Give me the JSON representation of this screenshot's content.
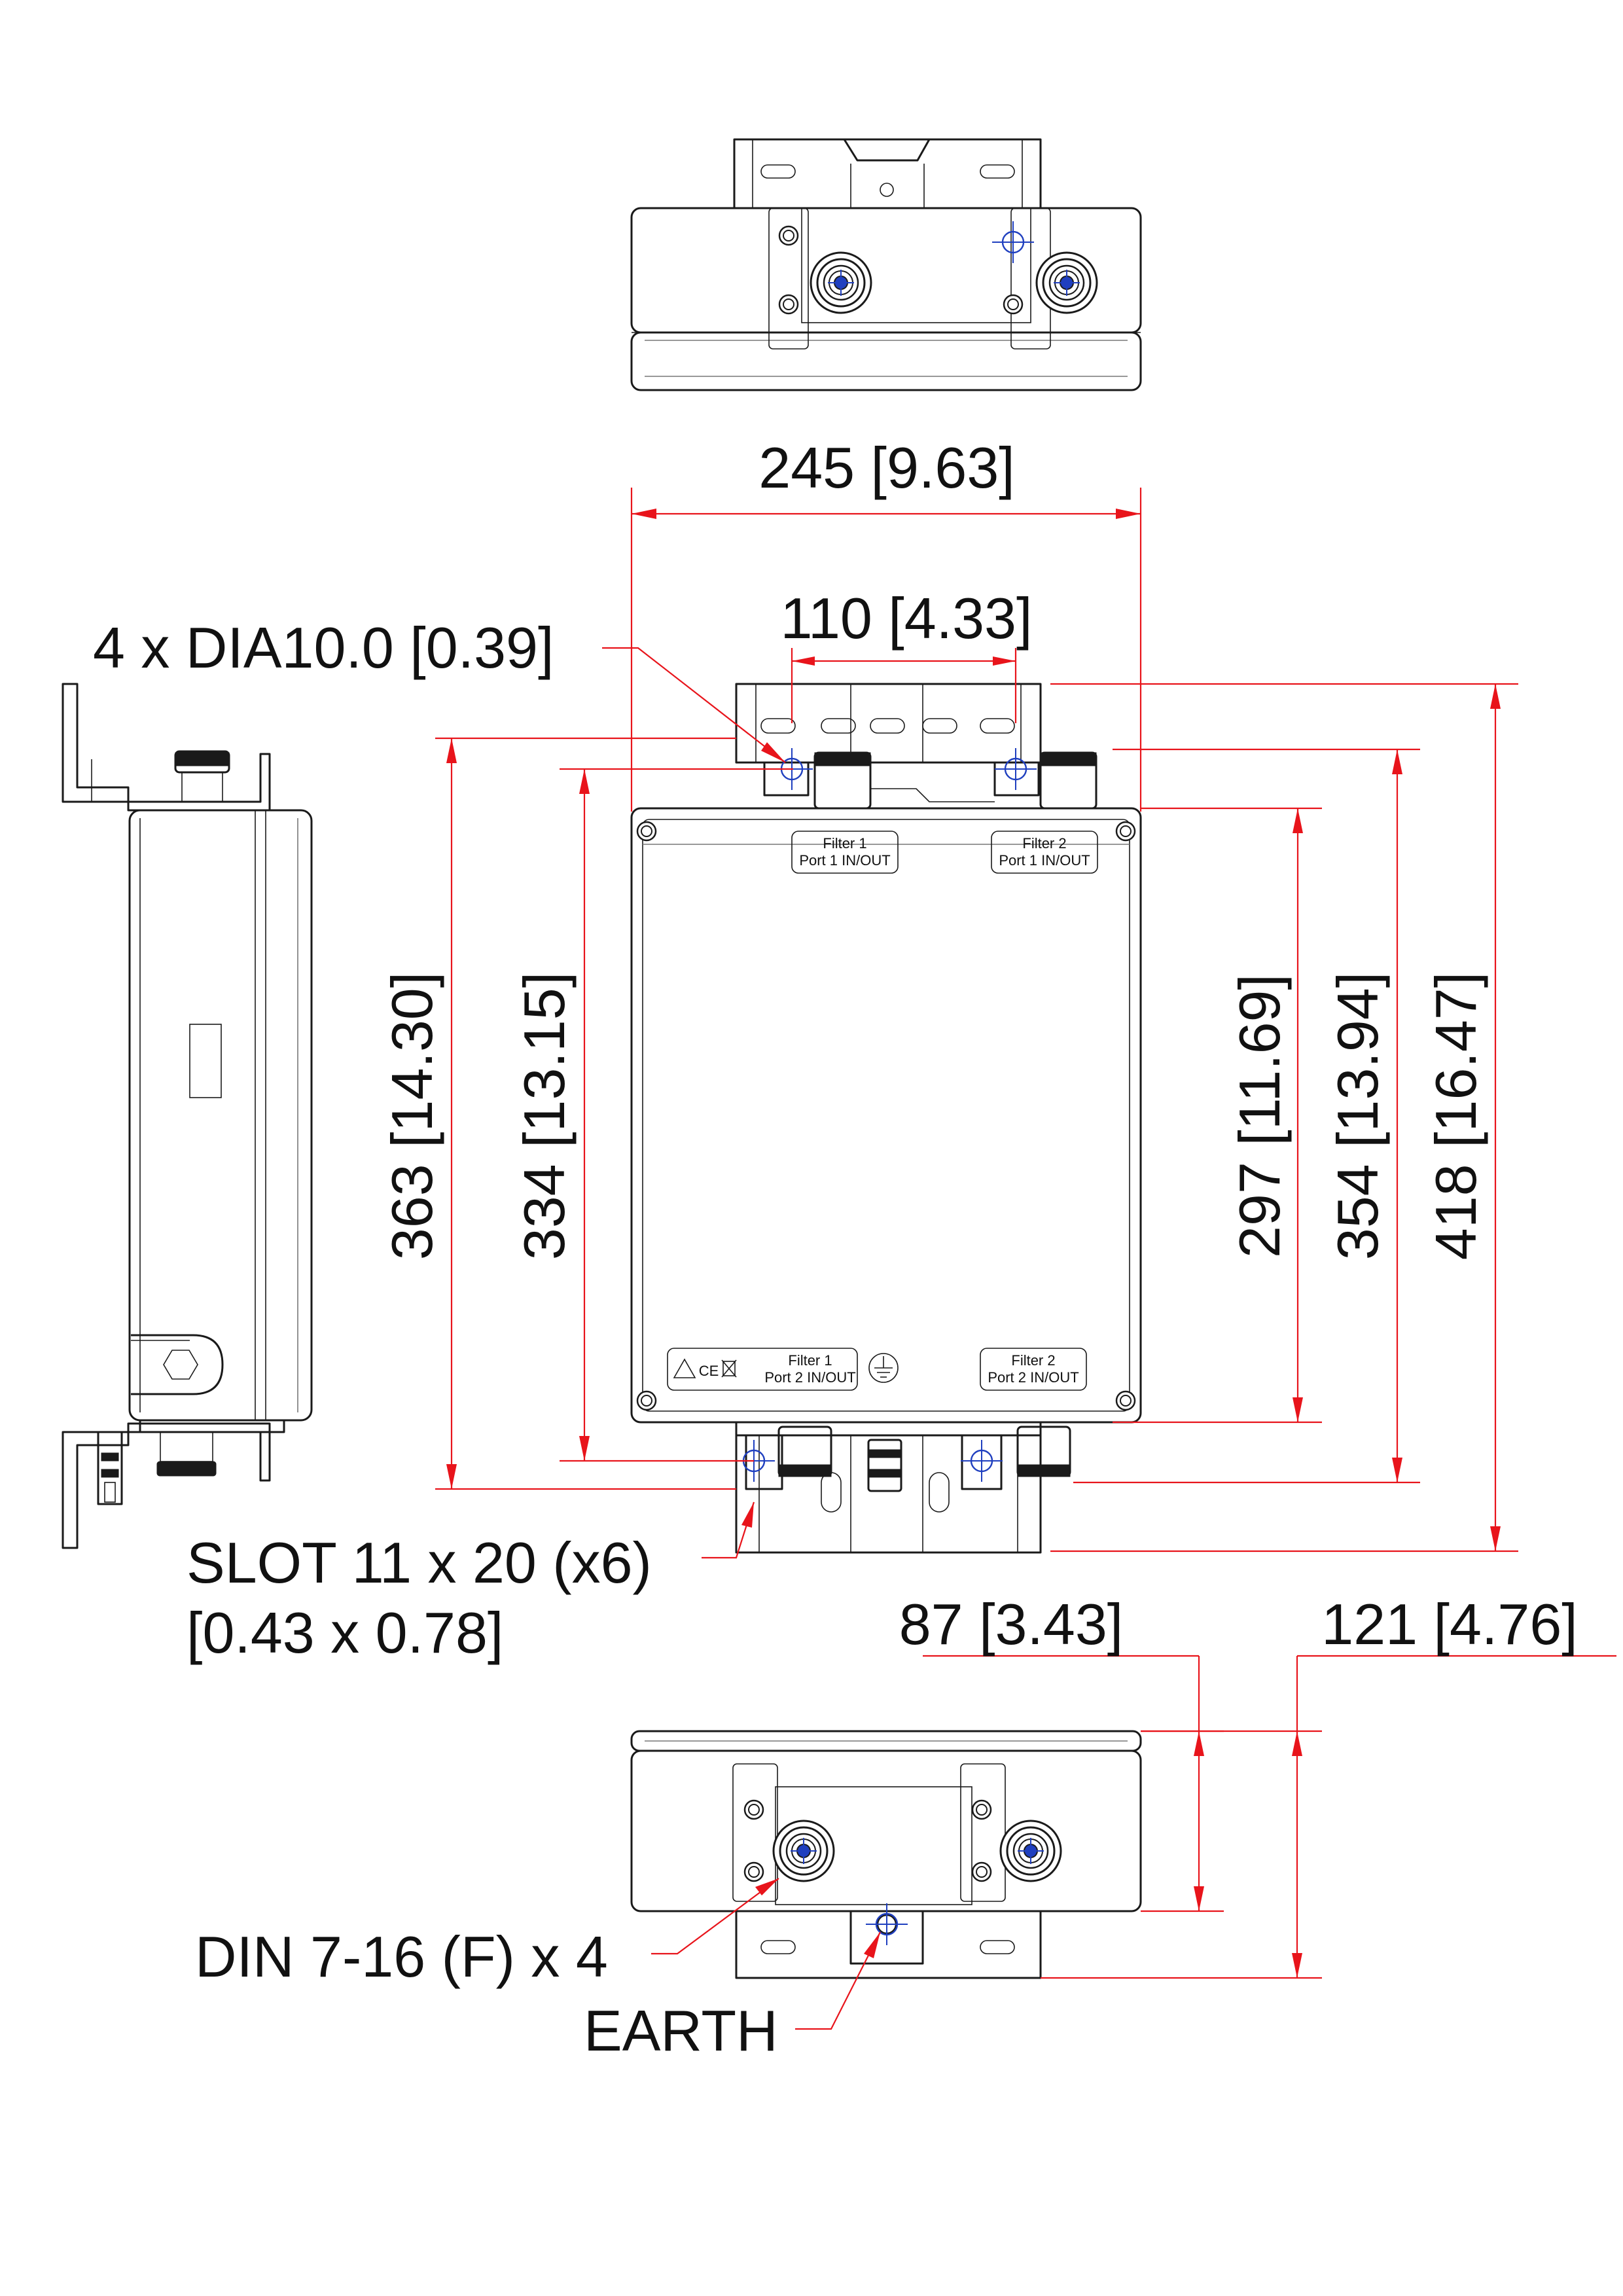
{
  "dimensions": {
    "width_overall": "245 [9.63]",
    "slot_spacing": "110 [4.33]",
    "height_363": "363 [14.30]",
    "height_334": "334 [13.15]",
    "height_297": "297 [11.69]",
    "height_354": "354 [13.94]",
    "height_418": "418 [16.47]",
    "depth_87": "87 [3.43]",
    "depth_121": "121 [4.76]"
  },
  "callouts": {
    "holes": "4 x DIA10.0 [0.39]",
    "slot_line1": "SLOT 11 x 20 (x6)",
    "slot_line2": "[0.43 x 0.78]",
    "connectors": "DIN 7-16 (F) x 4",
    "earth": "EARTH"
  },
  "labels": {
    "top_left": {
      "line1": "Filter 1",
      "line2": "Port 1 IN/OUT"
    },
    "top_right": {
      "line1": "Filter 2",
      "line2": "Port 1 IN/OUT"
    },
    "bottom_left": {
      "line1": "Filter 1",
      "line2": "Port 2 IN/OUT"
    },
    "bottom_right": {
      "line1": "Filter 2",
      "line2": "Port 2 IN/OUT"
    },
    "marks": "CE"
  },
  "colors": {
    "outline": "#1a1a1a",
    "dimension": "#e8141b",
    "hole_marker": "#1f3fbf"
  }
}
